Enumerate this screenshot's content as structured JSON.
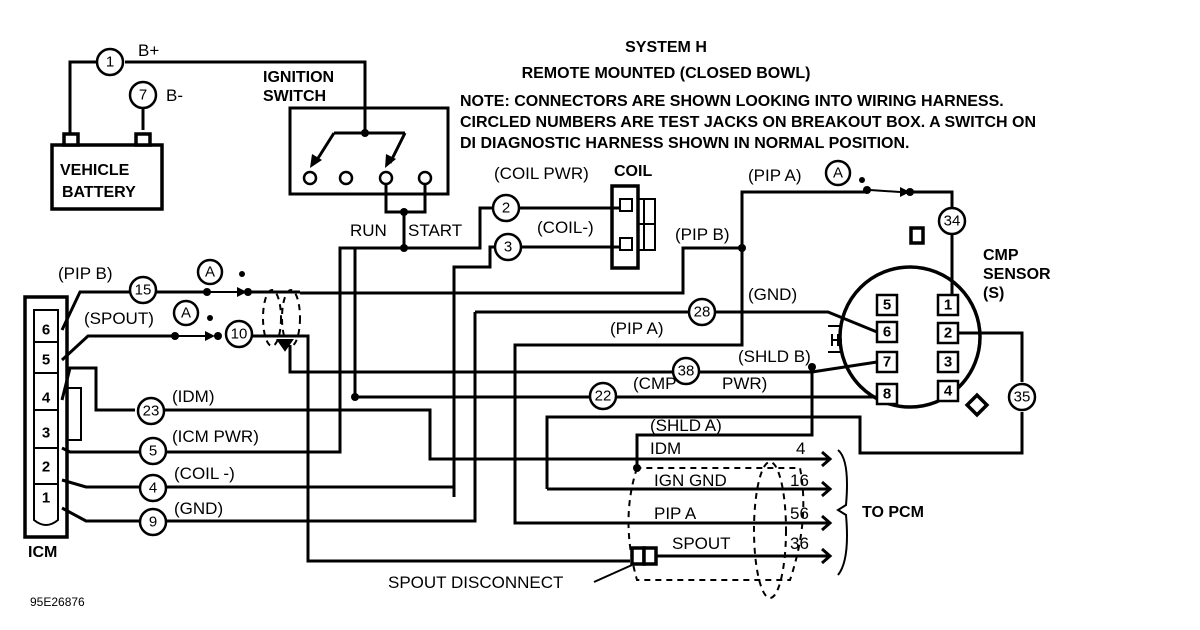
{
  "title": {
    "line1": "SYSTEM H",
    "line2": "REMOTE MOUNTED (CLOSED BOWL)",
    "note1": "NOTE: CONNECTORS ARE SHOWN LOOKING INTO WIRING HARNESS.",
    "note2": "CIRCLED NUMBERS ARE TEST JACKS ON BREAKOUT BOX. A SWITCH ON",
    "note3": "DI DIAGNOSTIC HARNESS SHOWN IN NORMAL POSITION."
  },
  "components": {
    "battery": {
      "line1": "VEHICLE",
      "line2": "BATTERY"
    },
    "ignition_switch": {
      "line1": "IGNITION",
      "line2": "SWITCH",
      "run": "RUN",
      "start": "START"
    },
    "coil": "COIL",
    "cmp_sensor": {
      "line1": "CMP",
      "line2": "SENSOR",
      "line3": "(S)",
      "pins": [
        "5",
        "6",
        "7",
        "8",
        "1",
        "2",
        "3",
        "4"
      ]
    },
    "icm": {
      "label": "ICM",
      "pins": [
        "6",
        "5",
        "4",
        "3",
        "2",
        "1"
      ]
    },
    "spout_disconnect": "SPOUT DISCONNECT",
    "to_pcm": "TO PCM"
  },
  "jacks": {
    "j1": "1",
    "j7": "7",
    "j2": "2",
    "j3": "3",
    "j15": "15",
    "j10": "10",
    "j23": "23",
    "j5": "5",
    "j4": "4",
    "j9": "9",
    "j28": "28",
    "j38": "38",
    "j22": "22",
    "j34": "34",
    "j35": "35",
    "switchA": "A"
  },
  "wire_labels": {
    "b_plus": "B+",
    "b_minus": "B-",
    "coil_pwr": "(COIL PWR)",
    "coil_neg": "(COIL-)",
    "pip_a_top": "(PIP A)",
    "pip_b_right": "(PIP B)",
    "gnd_right": "(GND)",
    "pip_a_mid": "(PIP A)",
    "shld_b": "(SHLD B)",
    "cmp": "(CMP",
    "pwr": "PWR)",
    "shld_a": "(SHLD A)",
    "pip_b_left": "(PIP B)",
    "spout_left": "(SPOUT)",
    "idm_left": "(IDM)",
    "icm_pwr": "(ICM PWR)",
    "coil_minus_left": "(COIL -)",
    "gnd_left": "(GND)"
  },
  "pcm_lines": [
    {
      "name": "IDM",
      "pin": "4"
    },
    {
      "name": "IGN GND",
      "pin": "16"
    },
    {
      "name": "PIP A",
      "pin": "56"
    },
    {
      "name": "SPOUT",
      "pin": "36"
    }
  ],
  "figure_id": "95E26876"
}
